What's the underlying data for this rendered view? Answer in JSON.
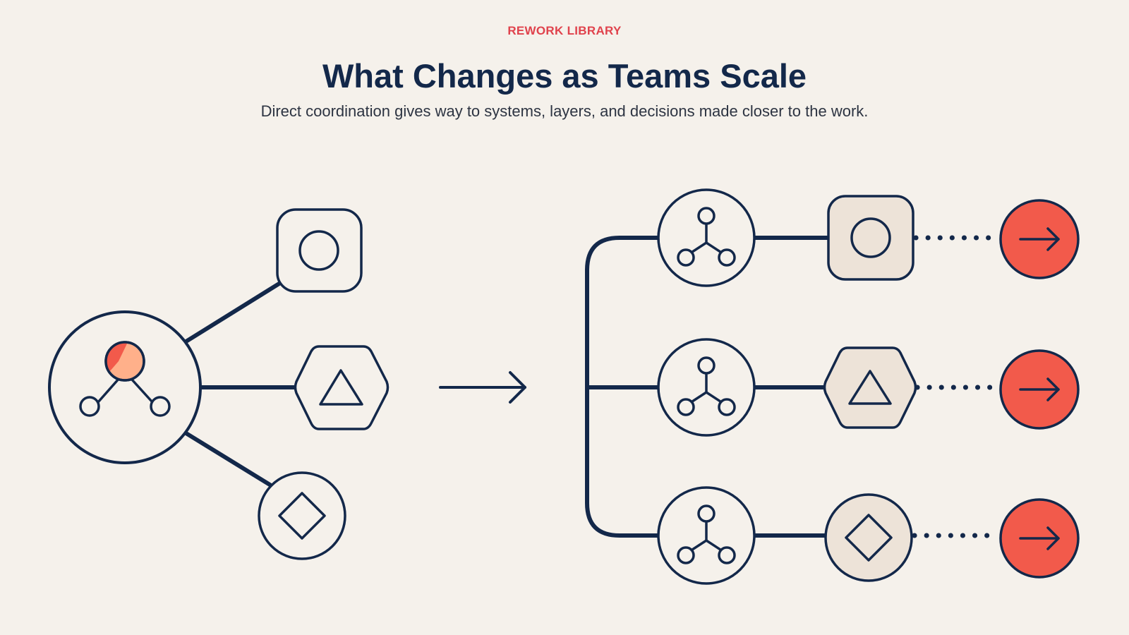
{
  "header": {
    "eyebrow": "REWORK LIBRARY",
    "title": "What Changes as Teams Scale",
    "subtitle": "Direct coordination gives way to systems, layers, and decisions made closer to the work."
  },
  "colors": {
    "background": "#f5f1eb",
    "ink": "#13284a",
    "accent": "#f25a4b",
    "accent_light": "#ffb08a",
    "tile_fill": "#ede3d8"
  },
  "diagram": {
    "before": {
      "center": "hub-people-icon",
      "spokes": [
        "circle-icon",
        "triangle-icon",
        "diamond-icon"
      ]
    },
    "transition": "arrow-right-icon",
    "after": {
      "rows": [
        {
          "team": "team-network-icon",
          "tile": "circle-icon",
          "outcome": "arrow-right-icon"
        },
        {
          "team": "team-network-icon",
          "tile": "triangle-icon",
          "outcome": "arrow-right-icon"
        },
        {
          "team": "team-network-icon",
          "tile": "diamond-icon",
          "outcome": "arrow-right-icon"
        }
      ]
    }
  }
}
